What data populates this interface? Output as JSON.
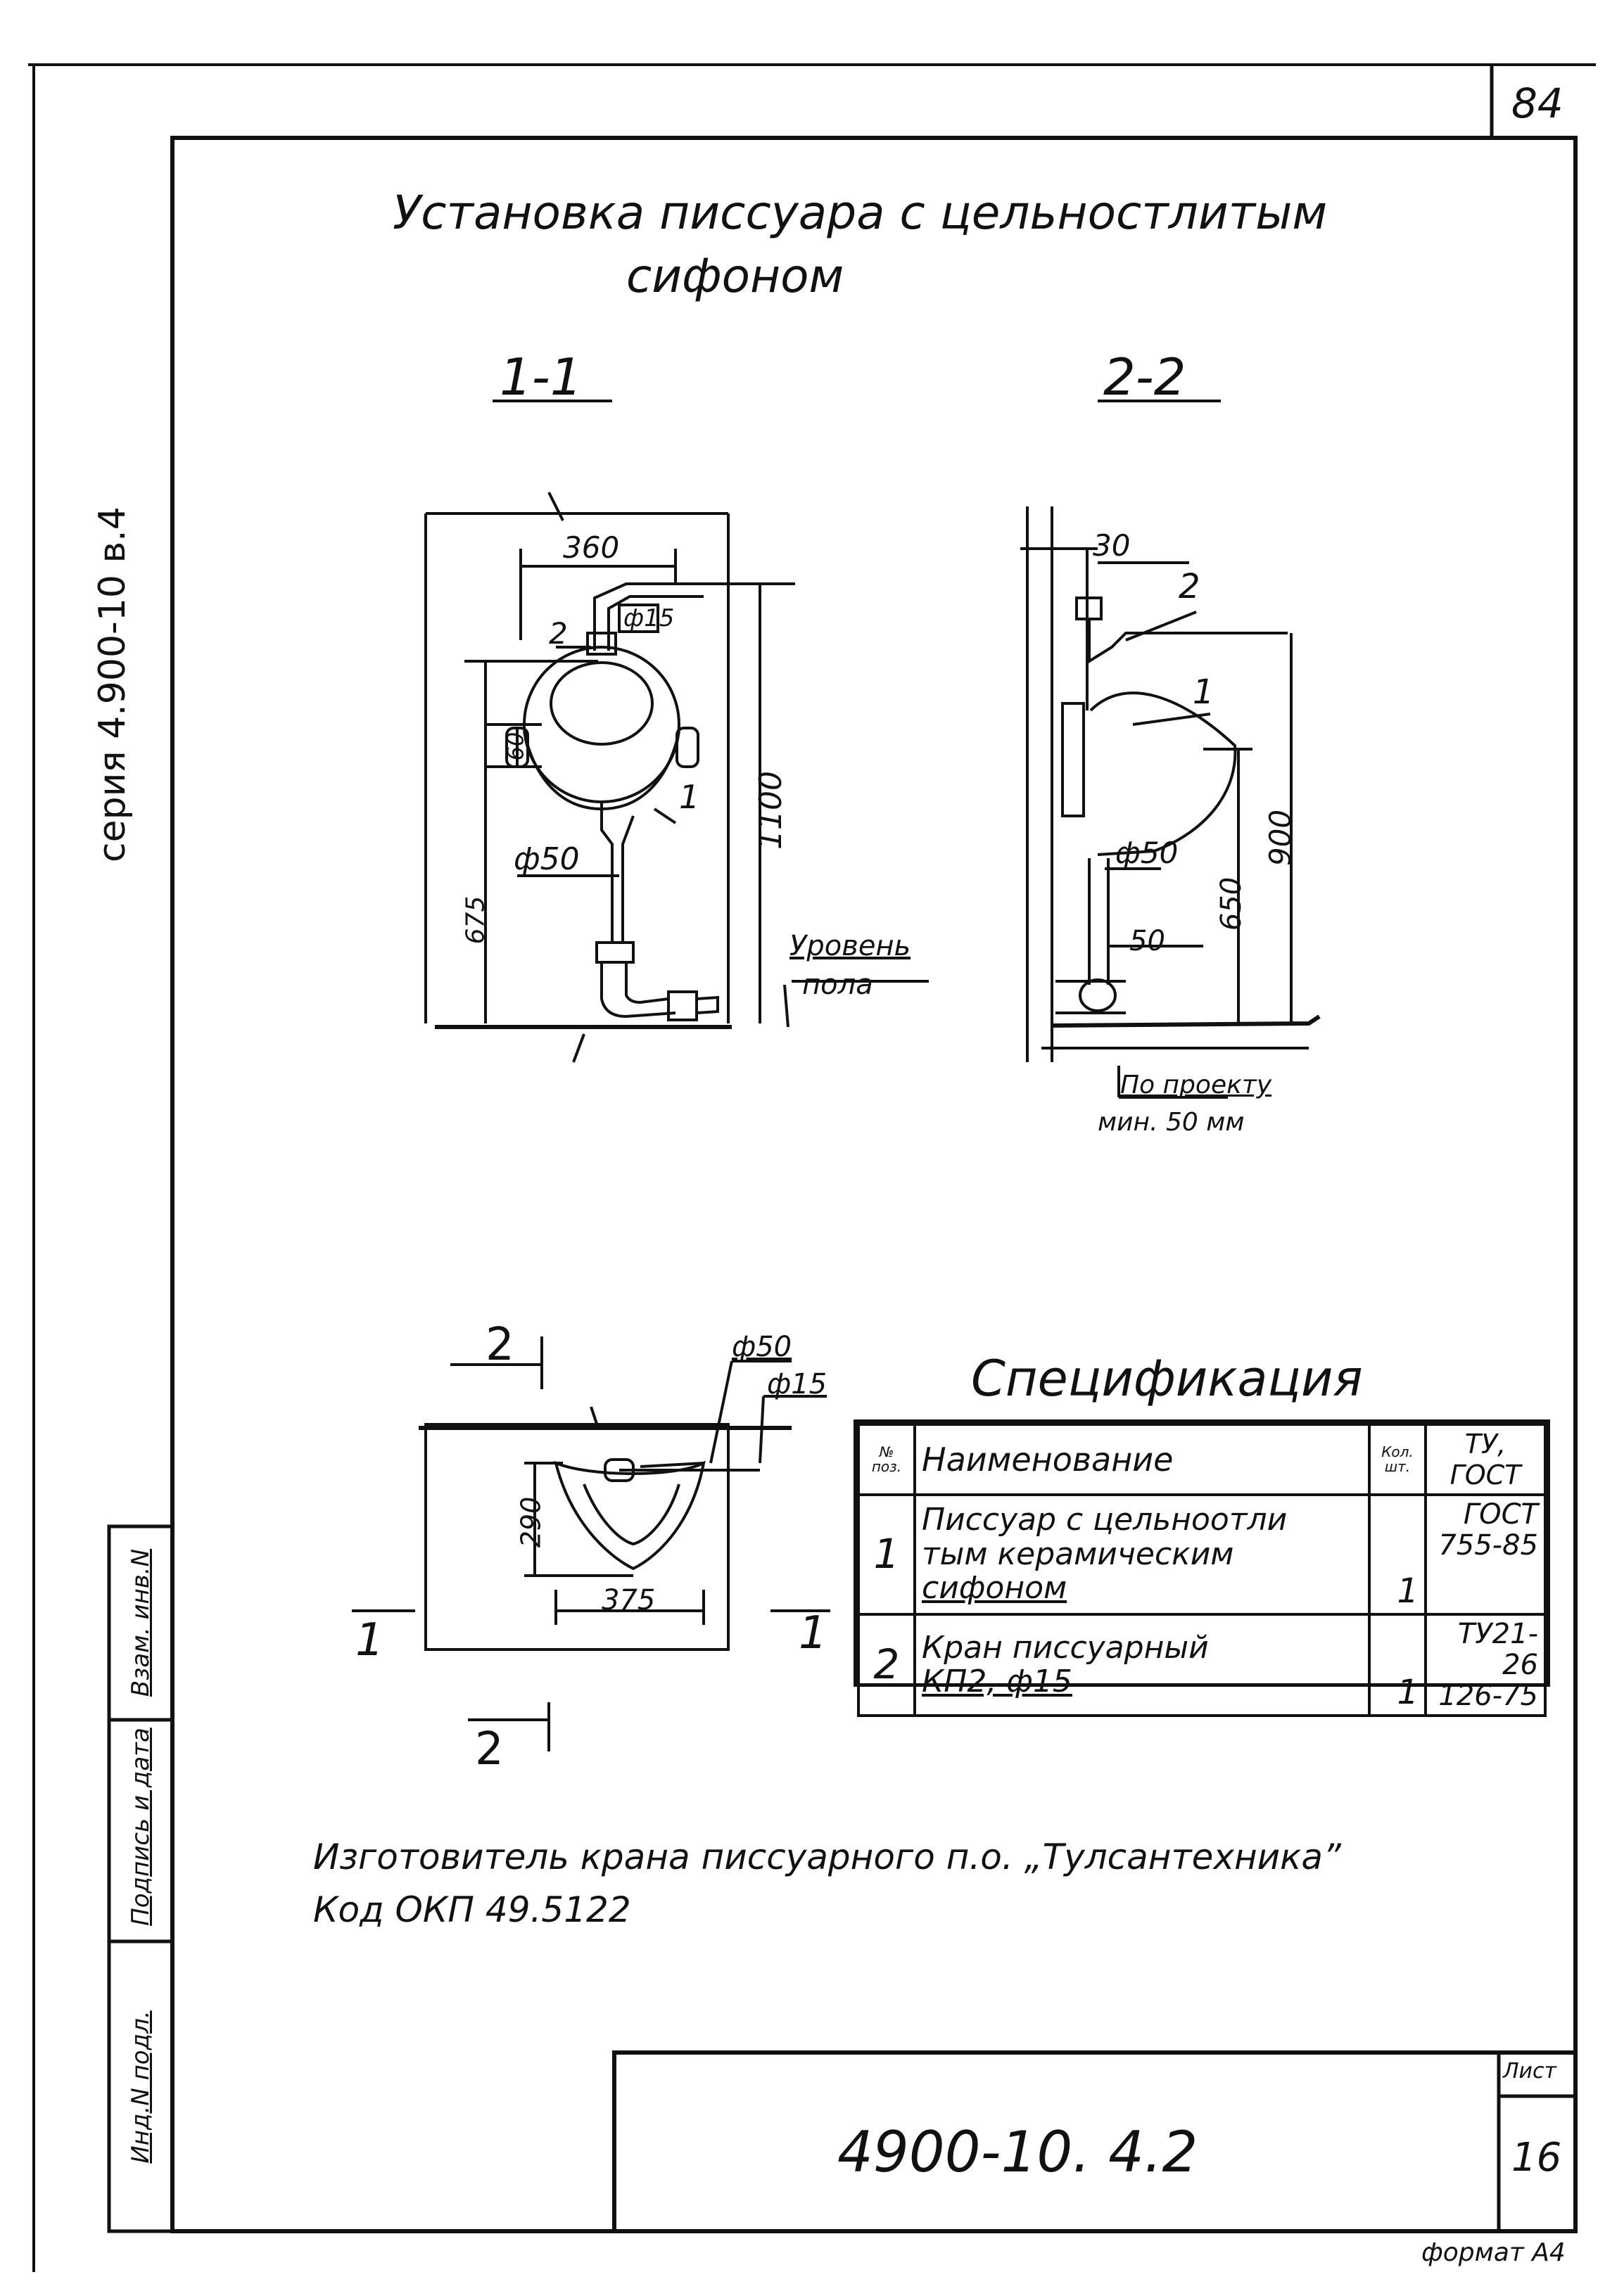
{
  "sheet": {
    "page_number": "84",
    "series_label": "серия 4.900-10 в.4",
    "title_line1": "Установка писсуара с цельностлитым",
    "title_line2": "сифоном",
    "format_label": "формат А4"
  },
  "section_1": {
    "label": "1-1",
    "dims": {
      "width": "360",
      "item2": "2",
      "pipe15": "ф15",
      "d60": "60",
      "d675": "675",
      "d1100": "1100",
      "item1": "1",
      "pipe50": "ф50"
    },
    "floor_label_1": "Уровень",
    "floor_label_2": "пола"
  },
  "section_2": {
    "label": "2-2",
    "dims": {
      "d30": "30",
      "item2": "2",
      "item1": "1",
      "pipe50": "ф50",
      "d650": "650",
      "d900": "900",
      "d50": "50"
    },
    "note_1": "По проекту",
    "note_2": "мин. 50 мм"
  },
  "plan": {
    "cut2_top": "2",
    "cut2_bottom": "2",
    "cut1_left": "1",
    "cut1_right": "1",
    "pipe50": "ф50",
    "pipe15": "ф15",
    "d290": "290",
    "d375": "375"
  },
  "specification": {
    "title": "Спецификация",
    "headers": {
      "pos": "№ поз.",
      "name": "Наименование",
      "qty": "Кол. шт.",
      "gost": "ТУ, ГОСТ"
    },
    "rows": [
      {
        "pos": "1",
        "name_lines": [
          "Писсуар с цельноотли",
          "тым керамическим",
          "сифоном"
        ],
        "qty": "1",
        "gost_lines": [
          "ГОСТ",
          "755-85"
        ]
      },
      {
        "pos": "2",
        "name_lines": [
          "Кран писсуарный",
          "КП2, ф15"
        ],
        "qty": "1",
        "gost_lines": [
          "ТУ21-26",
          "126-75"
        ]
      }
    ]
  },
  "footer_note": {
    "line1": "Изготовитель крана писсуарного п.о. „Тулсантехника”",
    "line2": "Код ОКП 49.5122"
  },
  "side_stamp": {
    "field1": "Инд.N подл.",
    "field2": "Подпись и дата",
    "field3": "Взам. инв.N"
  },
  "title_block": {
    "doc_code": "4900-10. 4.2",
    "sheet_label": "Лист",
    "sheet_number": "16"
  }
}
